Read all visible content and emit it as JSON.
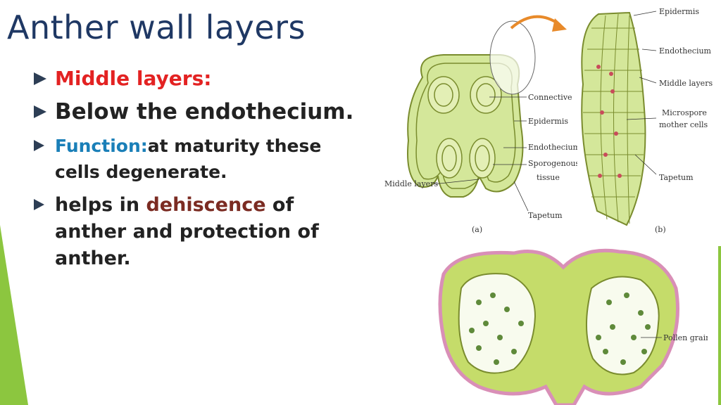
{
  "title": "Anther wall layers",
  "bullets": {
    "b1": {
      "label": "Middle layers:"
    },
    "b2": {
      "text": "Below the endothecium."
    },
    "b3": {
      "label": "Function:",
      "text": "at maturity these cells degenerate."
    },
    "b4": {
      "pre": "helps in ",
      "highlight": "dehiscence",
      "post": " of anther and protection of anther."
    }
  },
  "figure_a": {
    "labels": {
      "connective": "Connective",
      "epidermis": "Epidermis",
      "endothecium": "Endothecium",
      "sporogenous_1": "Sporogenous",
      "sporogenous_2": "tissue",
      "middle_layers": "Middle layers",
      "tapetum": "Tapetum",
      "caption": "(a)"
    }
  },
  "figure_b": {
    "labels": {
      "epidermis": "Epidermis",
      "endothecium": "Endothecium",
      "middle_layers": "Middle layers",
      "microspore_1": "Microspore",
      "microspore_2": "mother cells",
      "tapetum": "Tapetum",
      "caption": "(b)"
    }
  },
  "figure_c": {
    "labels": {
      "pollen_grains": "Pollen grains"
    }
  },
  "colors": {
    "title": "#1f3864",
    "bullet_arrow": "#2d3e55",
    "middle_layers_label": "#e32222",
    "function_label": "#1a7fb8",
    "dehiscence": "#7b2b22",
    "accent": "#8cc63f",
    "tissue_fill": "#d4e79a",
    "tissue_stroke": "#7a8c2e",
    "epidermis_pink": "#d98fb7",
    "orange_arrow": "#e88a2a"
  }
}
